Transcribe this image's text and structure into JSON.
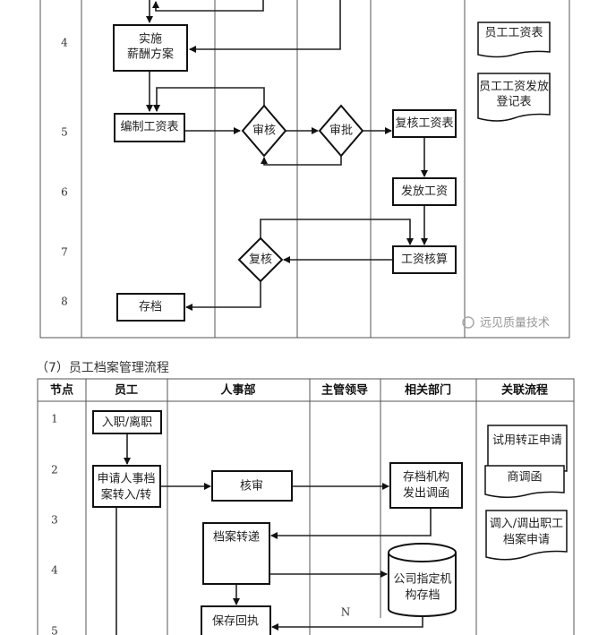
{
  "top_flow": {
    "nodes": [
      "4",
      "5",
      "6",
      "7",
      "8"
    ],
    "steps": {
      "implement_1": "实施",
      "implement_2": "薪酬方案",
      "compile_payroll": "编制工资表",
      "review": "审核",
      "approve": "审批",
      "recheck_payroll": "复核工资表",
      "pay_salary": "发放工资",
      "salary_accounting": "工资核算",
      "recheck": "复核",
      "archive": "存档"
    },
    "related_docs": [
      "员工工资表",
      "员工工资发放",
      "登记表"
    ],
    "watermark": "远见质量技术"
  },
  "bottom_flow": {
    "title": "（7）员工档案管理流程",
    "headers": [
      "节点",
      "员工",
      "人事部",
      "主管领导",
      "相关部门",
      "关联流程"
    ],
    "nodes": [
      "1",
      "2",
      "3",
      "4",
      "5"
    ],
    "steps": {
      "onboard_leave": "入职/离职",
      "apply_1": "申请人事档",
      "apply_2": "案转入/转",
      "audit": "核审",
      "issue_1": "存档机构",
      "issue_2": "发出调函",
      "transfer": "档案转递",
      "store_1": "公司指定机",
      "store_2": "构存档",
      "receipt": "保存回执"
    },
    "labels": {
      "n": "N"
    },
    "related_docs": [
      "试用转正申请",
      "商调函",
      "调入/调出职工",
      "档案申请"
    ]
  }
}
